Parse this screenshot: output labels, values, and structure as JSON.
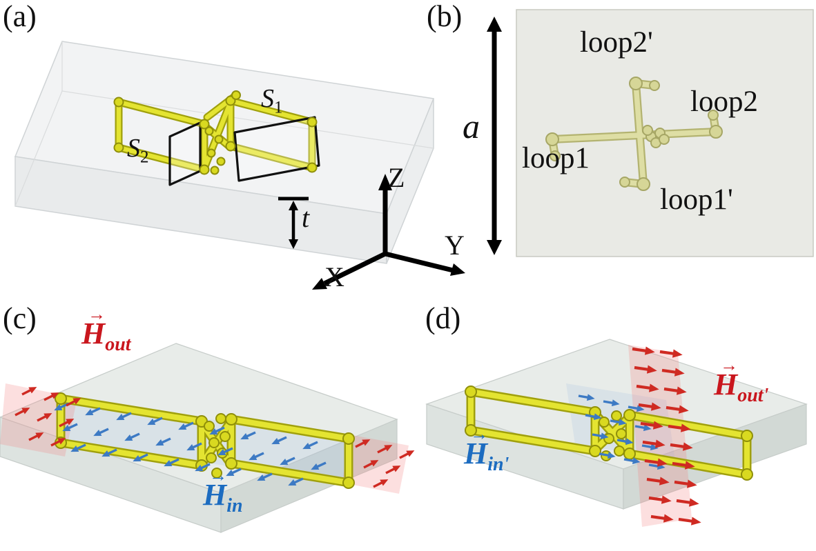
{
  "colors": {
    "label_red": "#c9161d",
    "label_blue": "#1c6cc0",
    "arrow_red": "#cf2a22",
    "arrow_blue": "#3d7ac4",
    "loop_yellow": "#e4e431",
    "loop_yellow_dark": "#a0a00c",
    "loop_olive": "#dedea4",
    "slab_gray": "#e8ece9",
    "axes_black": "#000000"
  },
  "panel_a": {
    "tag": "(a)",
    "s1_base": "S",
    "s1_sub": "1",
    "s2_base": "S",
    "s2_sub": "2",
    "thickness": "t",
    "axis_x": "X",
    "axis_y": "Y",
    "axis_z": "Z"
  },
  "panel_b": {
    "tag": "(b)",
    "dim": "a",
    "loop1": "loop1",
    "loop1p": "loop1'",
    "loop2": "loop2",
    "loop2p": "loop2'"
  },
  "panel_c": {
    "tag": "(c)",
    "h_out": {
      "arrow": "→",
      "base": "H",
      "sub": "out"
    },
    "h_in": {
      "arrow": "→",
      "base": "H",
      "sub": "in"
    }
  },
  "panel_d": {
    "tag": "(d)",
    "h_out": {
      "arrow": "→",
      "base": "H",
      "sub": "out'"
    },
    "h_in": {
      "arrow": "→",
      "base": "H",
      "sub": "in'"
    }
  }
}
